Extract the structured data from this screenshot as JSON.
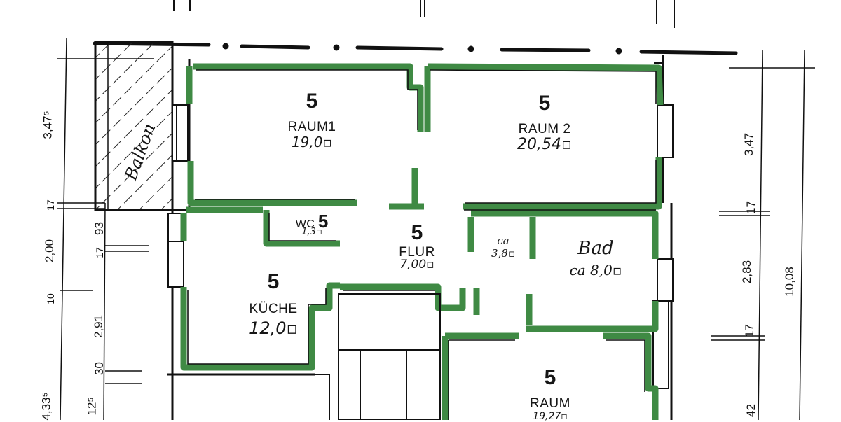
{
  "plan": {
    "type": "floor-plan",
    "style": "hand-drawn",
    "colors": {
      "wall_line": "#111111",
      "wall_fill_accent": "#3f8a44",
      "background": "#ffffff",
      "hatch": "#222222"
    },
    "balcony": {
      "label": "Balkon"
    },
    "rooms": [
      {
        "id": "raum1",
        "number": "5",
        "name": "RAUM1",
        "area": "19,0▫"
      },
      {
        "id": "raum2",
        "number": "5",
        "name": "RAUM 2",
        "area": "20,54▫"
      },
      {
        "id": "wc",
        "number": "5",
        "name": "WC",
        "area": "1,3▫"
      },
      {
        "id": "flur",
        "number": "5",
        "name": "FLUR",
        "area": "7,00▫"
      },
      {
        "id": "abstell",
        "number": "",
        "name": "",
        "area": "ca 3,8▫"
      },
      {
        "id": "bad",
        "number": "",
        "name": "Bad",
        "area": "ca 8,0▫"
      },
      {
        "id": "kueche",
        "number": "5",
        "name": "KÜCHE",
        "area": "12,0▫"
      },
      {
        "id": "raum3",
        "number": "5",
        "name": "RAUM",
        "area": "19,27▫"
      }
    ],
    "dimensions": {
      "left_outer": [
        "3,47⁵",
        "17",
        "2,00",
        "10",
        "4,33⁵"
      ],
      "left_inner": [
        "93",
        "17",
        "2,91",
        "30",
        "12⁵"
      ],
      "right_inner": [
        "3,47",
        "17",
        "2,83",
        "17",
        "42"
      ],
      "right_outer": [
        "10,08"
      ]
    }
  }
}
